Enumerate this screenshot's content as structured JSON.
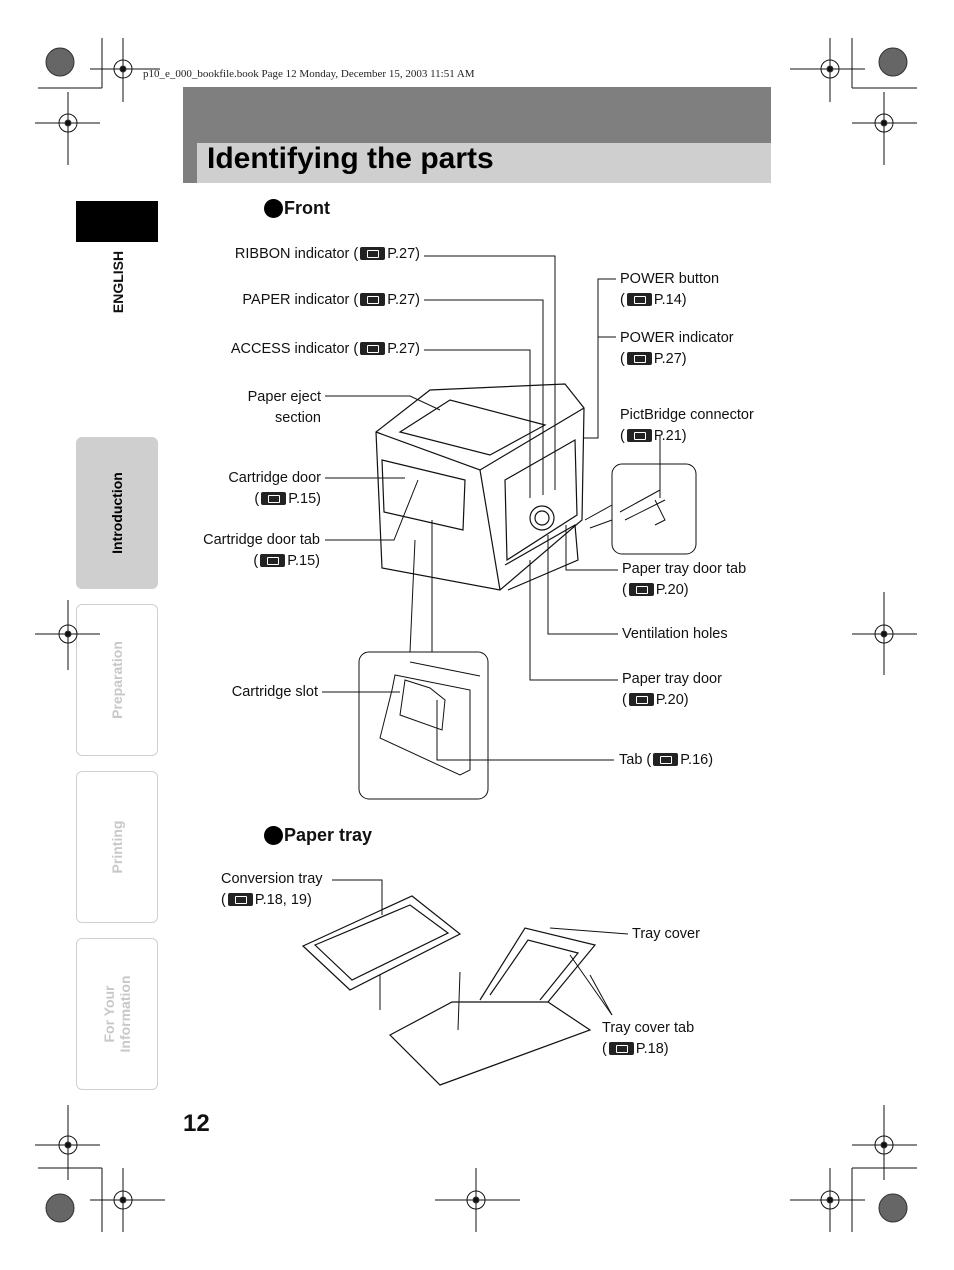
{
  "file_header": "p10_e_000_bookfile.book  Page 12  Monday, December 15, 2003  11:51 AM",
  "page_title": "Identifying the parts",
  "side_tabs": {
    "language": "ENGLISH",
    "introduction": "Introduction",
    "preparation": "Preparation",
    "printing": "Printing",
    "for_your_information_1": "For Your",
    "for_your_information_2": "Information"
  },
  "sections": {
    "front": "Front",
    "paper_tray": "Paper tray"
  },
  "front_labels": {
    "ribbon_indicator": "RIBBON indicator (",
    "ribbon_ref": "P.27)",
    "paper_indicator": "PAPER indicator (",
    "paper_ref": "P.27)",
    "access_indicator": "ACCESS indicator (",
    "access_ref": "P.27)",
    "paper_eject_1": "Paper eject",
    "paper_eject_2": "section",
    "cartridge_door": "Cartridge door",
    "cartridge_door_ref": "P.15)",
    "cartridge_door_tab": "Cartridge door tab",
    "cartridge_door_tab_ref": "P.15)",
    "cartridge_slot": "Cartridge slot",
    "power_button": "POWER button",
    "power_button_ref": "P.14)",
    "power_indicator": "POWER indicator",
    "power_indicator_ref": "P.27)",
    "pictbridge_connector": "PictBridge connector",
    "pictbridge_ref": "P.21)",
    "paper_tray_door_tab": "Paper tray door tab",
    "paper_tray_door_tab_ref": "P.20)",
    "ventilation_holes": "Ventilation holes",
    "paper_tray_door": "Paper tray door",
    "paper_tray_door_ref": "P.20)",
    "tab": "Tab (",
    "tab_ref": "P.16)"
  },
  "tray_labels": {
    "conversion_tray": "Conversion tray",
    "conversion_tray_ref": "P.18, 19)",
    "tray_cover": "Tray cover",
    "tray_cover_tab": "Tray cover tab",
    "tray_cover_tab_ref": "P.18)"
  },
  "paren_open": "(",
  "page_number": "12",
  "icons": {
    "reference": "reference-pointer-icon",
    "registration": "registration-mark-icon"
  },
  "colors": {
    "title_band_dark": "#7f7f7f",
    "title_band_light": "#cfcfcf",
    "active_tab": "#cfcfcf",
    "inactive_tab_text": "#c8c8c8"
  }
}
